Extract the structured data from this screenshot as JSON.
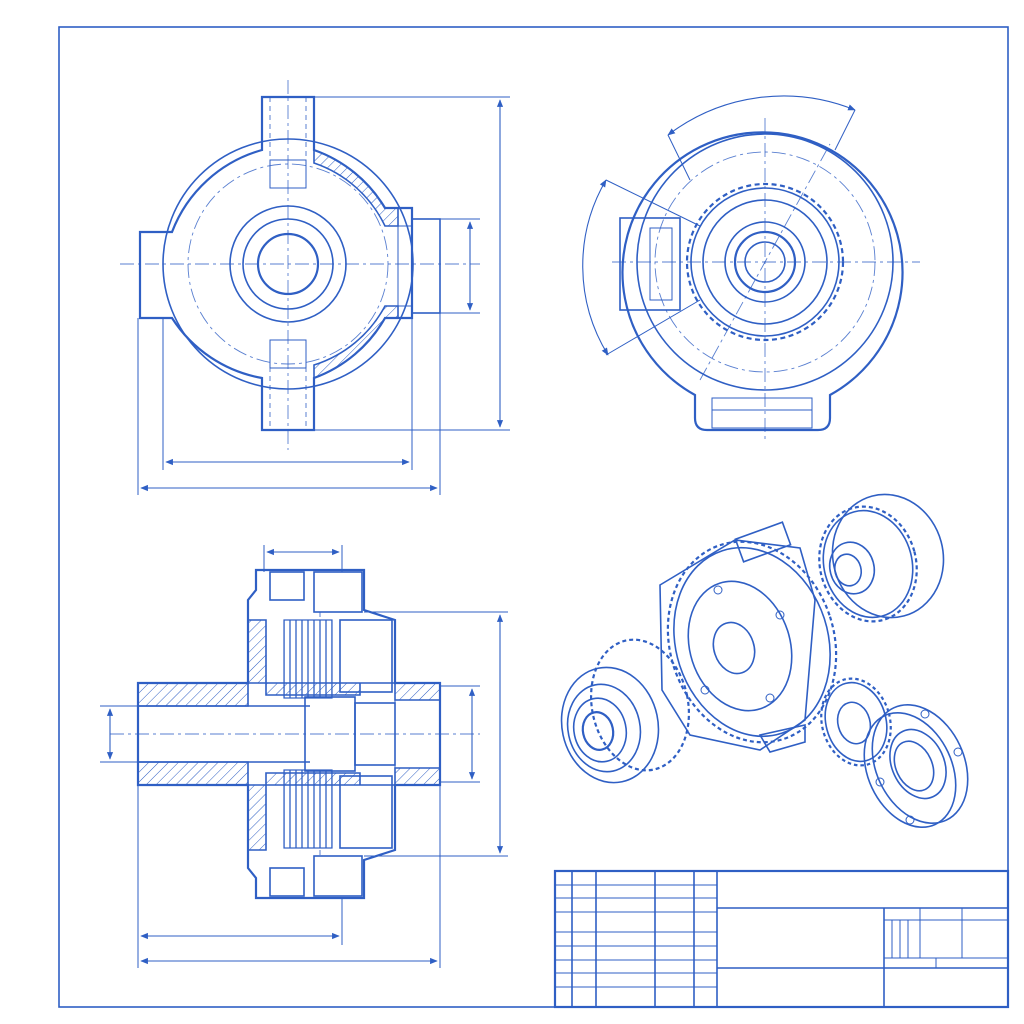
{
  "drawing": {
    "ink_color": "#2f5fc4",
    "paper_color": "#ffffff",
    "views": [
      "front-view",
      "side-view-with-gear",
      "section-view",
      "exploded-isometric-view"
    ],
    "title_block": {
      "rows": 7,
      "columns": 6
    }
  }
}
